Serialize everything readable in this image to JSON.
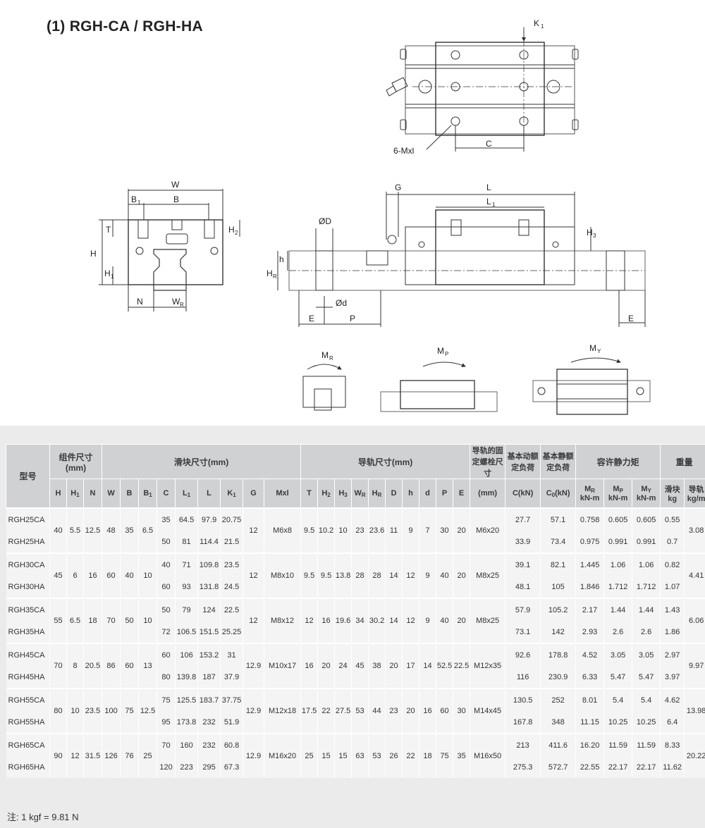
{
  "title": "(1) RGH-CA / RGH-HA",
  "drawing_labels": {
    "k1": "K",
    "k1_sub": "1",
    "bolt": "6-Mxl",
    "c": "C",
    "w": "W",
    "b": "B",
    "b1": "B",
    "b1_sub": "1",
    "t": "T",
    "h": "H",
    "h1": "H",
    "h1_sub": "1",
    "h2": "H",
    "h2_sub": "2",
    "n": "N",
    "wr": "W",
    "wr_sub": "R",
    "od": "ØD",
    "hr": "H",
    "hr_sub": "R",
    "hs": "h",
    "oid": "Ød",
    "e": "E",
    "p": "P",
    "g": "G",
    "l": "L",
    "l1": "L",
    "l1_sub": "1",
    "h3": "H",
    "h3_sub": "3",
    "e2": "E",
    "mr": "M",
    "mr_sub": "R",
    "mp": "M",
    "mp_sub": "P",
    "my": "M",
    "my_sub": "Y"
  },
  "table": {
    "header_groups": {
      "model": "型号",
      "assembly": "组件尺寸",
      "assembly_unit": "(mm)",
      "block": "滑块尺寸(mm)",
      "rail": "导轨尺寸(mm)",
      "rail_bolt": "导轨的固定螺栓尺寸",
      "dyn": "基本动额定负荷",
      "stat": "基本静额定负荷",
      "moment": "容许静力矩",
      "weight": "重量"
    },
    "sub_headers": {
      "H": "H",
      "H1": "H",
      "N": "N",
      "W": "W",
      "B": "B",
      "B1": "B",
      "C": "C",
      "L1": "L",
      "L": "L",
      "K1": "K",
      "G": "G",
      "Mxl": "Mxl",
      "T": "T",
      "H2": "H",
      "H3": "H",
      "WR": "W",
      "HR": "H",
      "D": "D",
      "h": "h",
      "d": "d",
      "P": "P",
      "E": "E",
      "bolt_unit": "(mm)",
      "C_kN": "C(kN)",
      "C0": "C",
      "C0_unit": "(kN)",
      "MR": "M",
      "MP": "M",
      "MY": "M",
      "block_w": "滑块",
      "rail_w": "导轨",
      "moment_unit": "kN-m",
      "kg": "kg",
      "kgm": "kg/m"
    },
    "rows": [
      {
        "group": [
          "40",
          "5.5",
          "12.5",
          "48",
          "35",
          "6.5",
          "12",
          "M6x8",
          "9.5",
          "10.2",
          "10",
          "23",
          "23.6",
          "11",
          "9",
          "7",
          "30",
          "20",
          "M6x20",
          "3.08"
        ],
        "a": [
          "RGH25CA",
          "35",
          "64.5",
          "97.9",
          "20.75",
          "27.7",
          "57.1",
          "0.758",
          "0.605",
          "0.605",
          "0.55"
        ],
        "b": [
          "RGH25HA",
          "50",
          "81",
          "114.4",
          "21.5",
          "33.9",
          "73.4",
          "0.975",
          "0.991",
          "0.991",
          "0.7"
        ]
      },
      {
        "group": [
          "45",
          "6",
          "16",
          "60",
          "40",
          "10",
          "12",
          "M8x10",
          "9.5",
          "9.5",
          "13.8",
          "28",
          "28",
          "14",
          "12",
          "9",
          "40",
          "20",
          "M8x25",
          "4.41"
        ],
        "a": [
          "RGH30CA",
          "40",
          "71",
          "109.8",
          "23.5",
          "39.1",
          "82.1",
          "1.445",
          "1.06",
          "1.06",
          "0.82"
        ],
        "b": [
          "RGH30HA",
          "60",
          "93",
          "131.8",
          "24.5",
          "48.1",
          "105",
          "1.846",
          "1.712",
          "1.712",
          "1.07"
        ]
      },
      {
        "group": [
          "55",
          "6.5",
          "18",
          "70",
          "50",
          "10",
          "12",
          "M8x12",
          "12",
          "16",
          "19.6",
          "34",
          "30.2",
          "14",
          "12",
          "9",
          "40",
          "20",
          "M8x25",
          "6.06"
        ],
        "a": [
          "RGH35CA",
          "50",
          "79",
          "124",
          "22.5",
          "57.9",
          "105.2",
          "2.17",
          "1.44",
          "1.44",
          "1.43"
        ],
        "b": [
          "RGH35HA",
          "72",
          "106.5",
          "151.5",
          "25.25",
          "73.1",
          "142",
          "2.93",
          "2.6",
          "2.6",
          "1.86"
        ]
      },
      {
        "group": [
          "70",
          "8",
          "20.5",
          "86",
          "60",
          "13",
          "12.9",
          "M10x17",
          "16",
          "20",
          "24",
          "45",
          "38",
          "20",
          "17",
          "14",
          "52.5",
          "22.5",
          "M12x35",
          "9.97"
        ],
        "a": [
          "RGH45CA",
          "60",
          "106",
          "153.2",
          "31",
          "92.6",
          "178.8",
          "4.52",
          "3.05",
          "3.05",
          "2.97"
        ],
        "b": [
          "RGH45HA",
          "80",
          "139.8",
          "187",
          "37.9",
          "116",
          "230.9",
          "6.33",
          "5.47",
          "5.47",
          "3.97"
        ]
      },
      {
        "group": [
          "80",
          "10",
          "23.5",
          "100",
          "75",
          "12.5",
          "12.9",
          "M12x18",
          "17.5",
          "22",
          "27.5",
          "53",
          "44",
          "23",
          "20",
          "16",
          "60",
          "30",
          "M14x45",
          "13.98"
        ],
        "a": [
          "RGH55CA",
          "75",
          "125.5",
          "183.7",
          "37.75",
          "130.5",
          "252",
          "8.01",
          "5.4",
          "5.4",
          "4.62"
        ],
        "b": [
          "RGH55HA",
          "95",
          "173.8",
          "232",
          "51.9",
          "167.8",
          "348",
          "11.15",
          "10.25",
          "10.25",
          "6.4"
        ]
      },
      {
        "group": [
          "90",
          "12",
          "31.5",
          "126",
          "76",
          "25",
          "12.9",
          "M16x20",
          "25",
          "15",
          "15",
          "63",
          "53",
          "26",
          "22",
          "18",
          "75",
          "35",
          "M16x50",
          "20.22"
        ],
        "a": [
          "RGH65CA",
          "70",
          "160",
          "232",
          "60.8",
          "213",
          "411.6",
          "16.20",
          "11.59",
          "11.59",
          "8.33"
        ],
        "b": [
          "RGH65HA",
          "120",
          "223",
          "295",
          "67.3",
          "275.3",
          "572.7",
          "22.55",
          "22.17",
          "22.17",
          "11.62"
        ]
      }
    ]
  },
  "note": "注: 1 kgf = 9.81 N",
  "colors": {
    "header_bg": "#cfd1d3",
    "cell_bg": "#f4f4f4",
    "panel_bg": "#ebebeb"
  }
}
